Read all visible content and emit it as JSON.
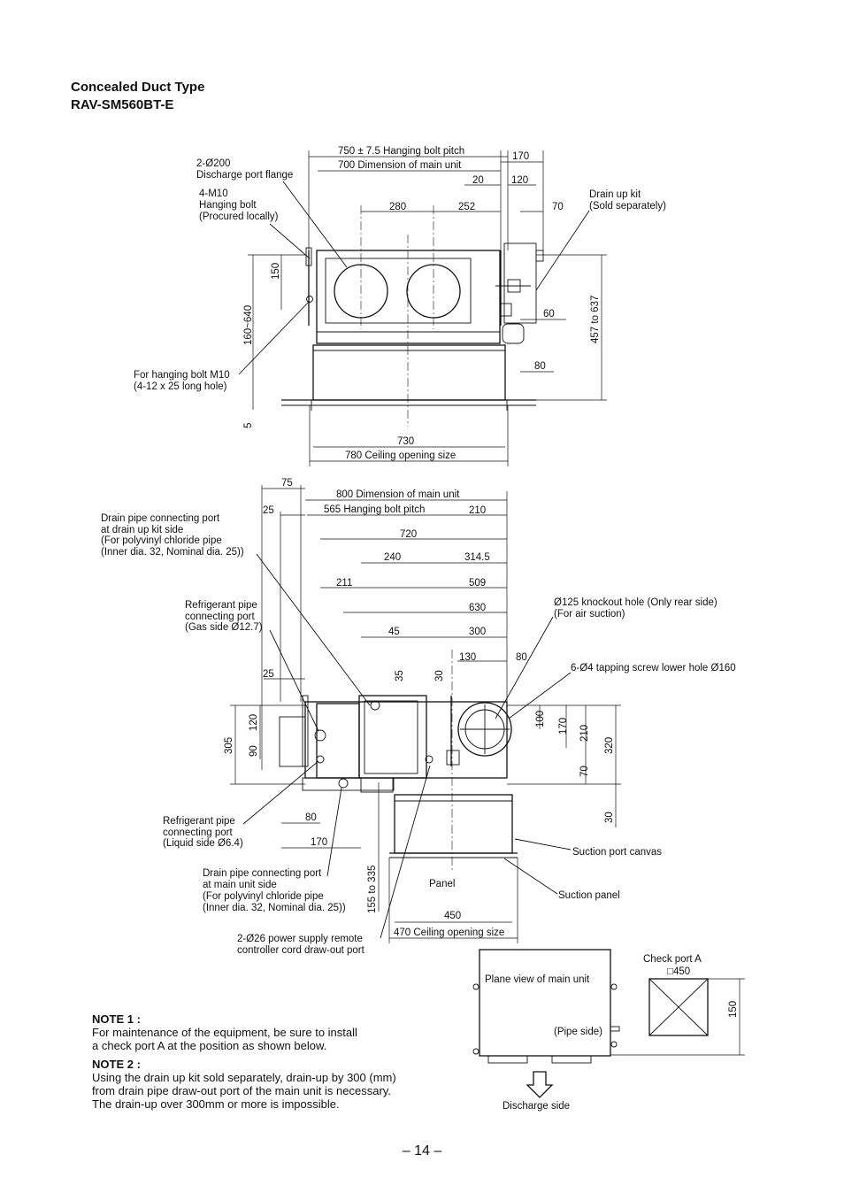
{
  "header": {
    "title_line1": "Concealed Duct Type",
    "title_line2": "RAV-SM560BT-E"
  },
  "top_view": {
    "dims": {
      "hanging_bolt_pitch": "750 ± 7.5 Hanging bolt pitch",
      "main_unit_dimension": "700 Dimension of main unit",
      "d170": "170",
      "d20": "20",
      "d120": "120",
      "d280": "280",
      "d252": "252",
      "d70": "70",
      "d150": "150",
      "d160_640": "160~640",
      "d457_637": "457 to 637",
      "d60": "60",
      "d80": "80",
      "d5": "5",
      "d730": "730",
      "ceiling_opening": "780 Ceiling opening size"
    },
    "labels": {
      "discharge_flange_1": "2-Ø200",
      "discharge_flange_2": "Discharge port flange",
      "hanging_bolt_1": "4-M10",
      "hanging_bolt_2": "Hanging bolt",
      "hanging_bolt_3": "(Procured locally)",
      "drain_kit_1": "Drain up kit",
      "drain_kit_2": "(Sold separately)",
      "bolt_hole_1": "For hanging bolt M10",
      "bolt_hole_2": "(4-12 x 25 long hole)"
    }
  },
  "side_view": {
    "dims": {
      "d75": "75",
      "main_unit_dimension": "800 Dimension of main unit",
      "d25a": "25",
      "hanging_bolt_pitch": "565 Hanging bolt pitch",
      "d210": "210",
      "d720": "720",
      "d240": "240",
      "d314_5": "314.5",
      "d211": "211",
      "d509": "509",
      "d630": "630",
      "d45": "45",
      "d300": "300",
      "d130": "130",
      "d80a": "80",
      "d25b": "25",
      "d35": "35",
      "d30a": "30",
      "d305": "305",
      "d120": "120",
      "d90": "90",
      "d100": "100",
      "d170v": "170",
      "d210v": "210",
      "d320": "320",
      "d70": "70",
      "d30b": "30",
      "d80b": "80",
      "d170h": "170",
      "d155_335": "155 to 335",
      "d450": "450",
      "ceiling_opening": "470 Ceiling opening size"
    },
    "labels": {
      "drain_kit_side_1": "Drain pipe connecting port",
      "drain_kit_side_2": "at drain up kit side",
      "drain_kit_side_3": "(For polyvinyl chloride pipe",
      "drain_kit_side_4": "(Inner dia. 32, Nominal dia. 25))",
      "gas_side_1": "Refrigerant pipe",
      "gas_side_2": "connecting port",
      "gas_side_3": "(Gas side Ø12.7)",
      "knockout_1": "Ø125 knockout hole (Only rear side)",
      "knockout_2": "(For air suction)",
      "tapping_screw": "6-Ø4 tapping screw lower hole Ø160",
      "liquid_side_1": "Refrigerant pipe",
      "liquid_side_2": "connecting port",
      "liquid_side_3": "(Liquid side Ø6.4)",
      "suction_canvas": "Suction port canvas",
      "drain_main_1": "Drain pipe connecting port",
      "drain_main_2": "at main unit side",
      "drain_main_3": "(For polyvinyl chloride pipe",
      "drain_main_4": "(Inner dia. 32, Nominal dia. 25))",
      "panel": "Panel",
      "suction_panel": "Suction panel",
      "power_cord_1": "2-Ø26 power supply remote",
      "power_cord_2": "controller cord draw-out port"
    }
  },
  "plane_view": {
    "title": "Plane view of main unit",
    "pipe_side": "(Pipe side)",
    "check_port_1": "Check port A",
    "check_port_2": "□450",
    "d150": "150",
    "discharge_side": "Discharge side"
  },
  "notes": {
    "note1_heading": "NOTE 1 :",
    "note1_line1": "For maintenance of the equipment, be sure to install",
    "note1_line2": "a check port A at the position as shown below.",
    "note2_heading": "NOTE 2 :",
    "note2_line1": "Using the drain up kit sold separately, drain-up by 300 (mm)",
    "note2_line2": "from drain pipe draw-out port of the main unit is necessary.",
    "note2_line3": "The drain-up over 300mm or more is impossible."
  },
  "footer": {
    "page_number": "– 14 –"
  }
}
